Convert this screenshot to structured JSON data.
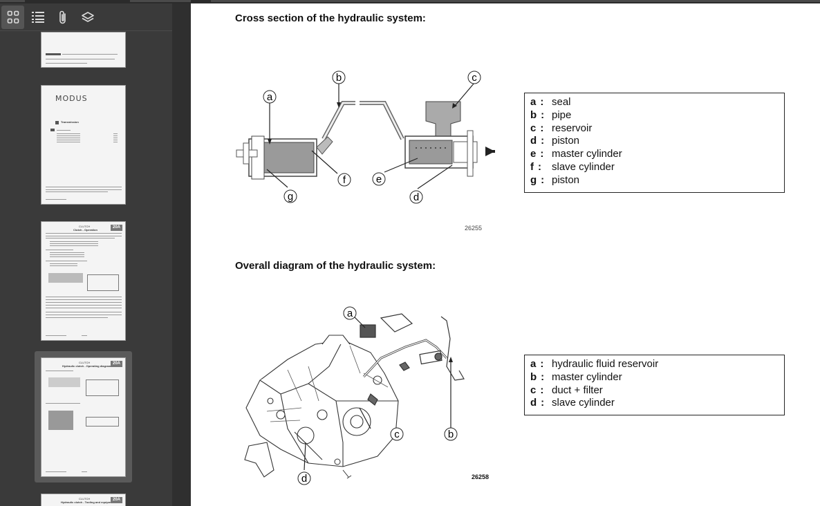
{
  "sidebar": {
    "toolbar": [
      {
        "name": "thumbnails-view-icon",
        "active": true
      },
      {
        "name": "outline-list-icon",
        "active": false
      },
      {
        "name": "attachments-paperclip-icon",
        "active": false
      },
      {
        "name": "layers-icon",
        "active": false
      }
    ],
    "thumbnails": [
      {
        "logo": "",
        "tag": ""
      },
      {
        "logo": "MODUS",
        "tag": "",
        "subtitle": "Transmission"
      },
      {
        "logo": "",
        "tag": "20A",
        "subtitle": "CLUTCH",
        "title": "Clutch - Operation"
      },
      {
        "logo": "",
        "tag": "20A",
        "subtitle": "CLUTCH",
        "title": "Hydraulic clutch - Operating diagram",
        "selected": true
      },
      {
        "logo": "",
        "tag": "20A",
        "subtitle": "CLUTCH",
        "title": "Hydraulic clutch - Tooling and equipment"
      }
    ]
  },
  "page": {
    "section1": {
      "heading": "Cross section of the hydraulic system:",
      "figure_id": "26255",
      "callouts": [
        "a",
        "b",
        "c",
        "d",
        "e",
        "f",
        "g"
      ],
      "legend": [
        {
          "key": "a",
          "sep": ":",
          "label": "seal"
        },
        {
          "key": "b",
          "sep": ":",
          "label": "pipe"
        },
        {
          "key": "c",
          "sep": ":",
          "label": "reservoir"
        },
        {
          "key": "d",
          "sep": ":",
          "label": "piston"
        },
        {
          "key": "e",
          "sep": ":",
          "label": "master cylinder"
        },
        {
          "key": "f",
          "sep": ":",
          "label": "slave cylinder"
        },
        {
          "key": "g",
          "sep": ":",
          "label": "piston"
        }
      ]
    },
    "section2": {
      "heading": "Overall diagram of the hydraulic system:",
      "figure_id": "26258",
      "callouts": [
        "a",
        "b",
        "c",
        "d"
      ],
      "legend": [
        {
          "key": "a",
          "sep": ":",
          "label": "hydraulic fluid reservoir"
        },
        {
          "key": "b",
          "sep": ":",
          "label": "master cylinder"
        },
        {
          "key": "c",
          "sep": ":",
          "label": "duct + filter"
        },
        {
          "key": "d",
          "sep": ":",
          "label": "slave cylinder"
        }
      ]
    }
  }
}
